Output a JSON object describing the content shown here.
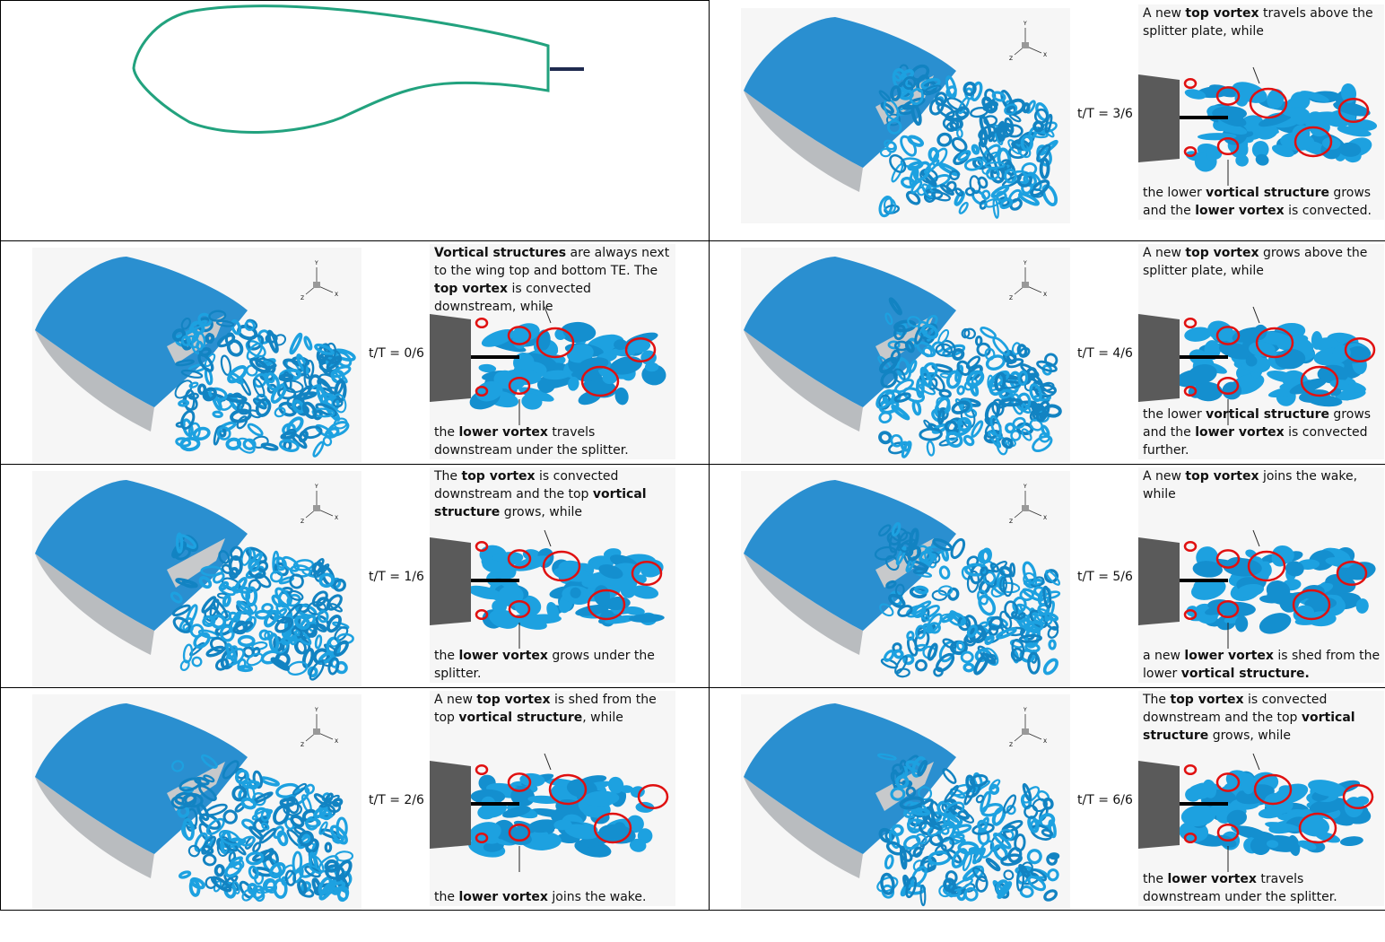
{
  "colors": {
    "airfoil": "#22a27e",
    "splitter": "#1f2a4f",
    "iso": "#1da1e0",
    "vortex_mark": "#e01010"
  },
  "axes": {
    "x": "X",
    "y": "Y",
    "z": "Z"
  },
  "panels": [
    {
      "label": "t/T = 0/6",
      "top": [
        {
          "t": "Vortical structures",
          "b": true
        },
        {
          "t": " are always next to the wing top and bottom TE. The ",
          "b": false
        },
        {
          "t": "top vortex",
          "b": true
        },
        {
          "t": " is convected downstream, while",
          "b": false
        }
      ],
      "bottom": [
        {
          "t": "the ",
          "b": false
        },
        {
          "t": "lower vortex",
          "b": true
        },
        {
          "t": " travels downstream under the splitter.",
          "b": false
        }
      ]
    },
    {
      "label": "t/T = 1/6",
      "top": [
        {
          "t": "The ",
          "b": false
        },
        {
          "t": "top vortex",
          "b": true
        },
        {
          "t": " is convected downstream and the top ",
          "b": false
        },
        {
          "t": "vortical structure",
          "b": true
        },
        {
          "t": " grows, while",
          "b": false
        }
      ],
      "bottom": [
        {
          "t": "the ",
          "b": false
        },
        {
          "t": "lower vortex",
          "b": true
        },
        {
          "t": " grows under the splitter.",
          "b": false
        }
      ]
    },
    {
      "label": "t/T = 2/6",
      "top": [
        {
          "t": "A new ",
          "b": false
        },
        {
          "t": "top vortex",
          "b": true
        },
        {
          "t": " is shed from the top ",
          "b": false
        },
        {
          "t": "vortical structure",
          "b": true
        },
        {
          "t": ", while",
          "b": false
        }
      ],
      "bottom": [
        {
          "t": "the ",
          "b": false
        },
        {
          "t": "lower vortex",
          "b": true
        },
        {
          "t": " joins the wake.",
          "b": false
        }
      ]
    },
    {
      "label": "t/T = 3/6",
      "top": [
        {
          "t": "A new ",
          "b": false
        },
        {
          "t": "top vortex",
          "b": true
        },
        {
          "t": " travels above the splitter plate, while",
          "b": false
        }
      ],
      "bottom": [
        {
          "t": "the lower ",
          "b": false
        },
        {
          "t": "vortical structure",
          "b": true
        },
        {
          "t": " grows and the ",
          "b": false
        },
        {
          "t": "lower vortex",
          "b": true
        },
        {
          "t": " is convected.",
          "b": false
        }
      ]
    },
    {
      "label": "t/T = 4/6",
      "top": [
        {
          "t": "A new ",
          "b": false
        },
        {
          "t": "top vortex",
          "b": true
        },
        {
          "t": " grows above the splitter plate, while",
          "b": false
        }
      ],
      "bottom": [
        {
          "t": "the lower ",
          "b": false
        },
        {
          "t": "vortical structure",
          "b": true
        },
        {
          "t": " grows and the ",
          "b": false
        },
        {
          "t": "lower vortex",
          "b": true
        },
        {
          "t": " is convected further.",
          "b": false
        }
      ]
    },
    {
      "label": "t/T = 5/6",
      "top": [
        {
          "t": "A new ",
          "b": false
        },
        {
          "t": "top vortex",
          "b": true
        },
        {
          "t": " joins the wake, while",
          "b": false
        }
      ],
      "bottom": [
        {
          "t": "a new ",
          "b": false
        },
        {
          "t": "lower vortex",
          "b": true
        },
        {
          "t": " is shed from the lower ",
          "b": false
        },
        {
          "t": "vortical structure.",
          "b": true
        }
      ]
    },
    {
      "label": "t/T = 6/6",
      "top": [
        {
          "t": "The ",
          "b": false
        },
        {
          "t": "top vortex",
          "b": true
        },
        {
          "t": " is convected downstream and the top ",
          "b": false
        },
        {
          "t": "vortical",
          "b": true
        },
        {
          "t": " ",
          "b": false
        },
        {
          "t": "structure",
          "b": true
        },
        {
          "t": " grows, while",
          "b": false
        }
      ],
      "bottom": [
        {
          "t": "the ",
          "b": false
        },
        {
          "t": "lower vortex",
          "b": true
        },
        {
          "t": " travels downstream under the splitter.",
          "b": false
        }
      ]
    }
  ]
}
